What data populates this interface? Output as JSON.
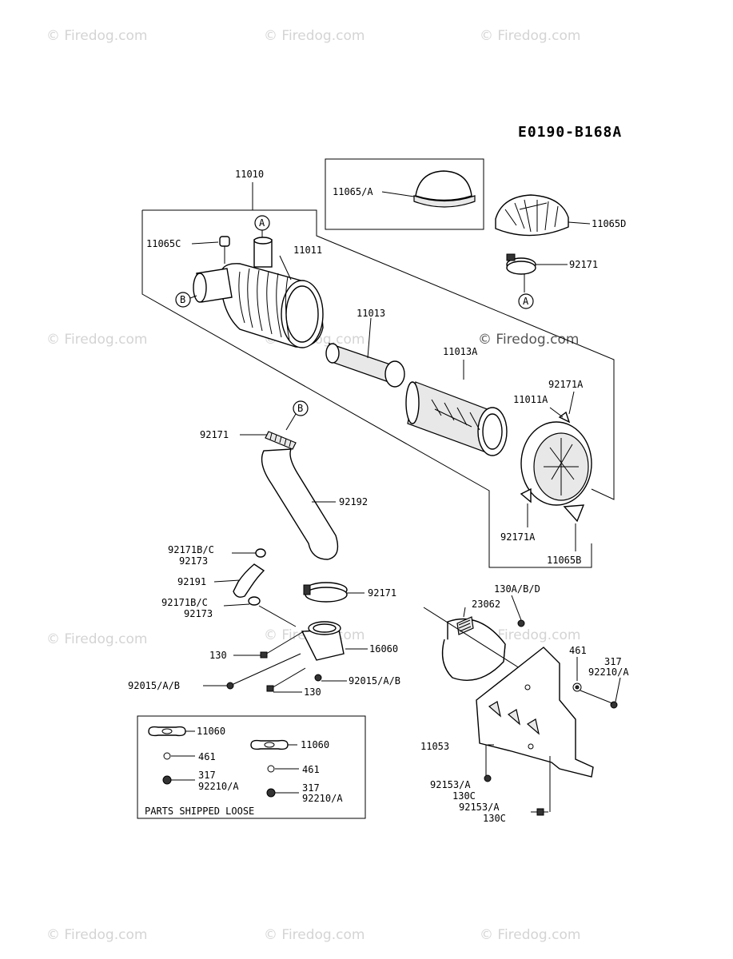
{
  "diagram_id": "E0190-B168A",
  "watermark": "© Firedog.com",
  "callouts": {
    "a": "A",
    "b": "B"
  },
  "labels": {
    "p11010": "11010",
    "p11065a": "11065/A",
    "p11065d": "11065D",
    "p11065c": "11065C",
    "p11011": "11011",
    "p92171_top": "92171",
    "p11013": "11013",
    "p11013a": "11013A",
    "p92171a_top": "92171A",
    "p11011a": "11011A",
    "p92171a_bot": "92171A",
    "p11065b": "11065B",
    "p92171_mid": "92171",
    "p92192": "92192",
    "p92171bc_1": "92171B/C",
    "p92173_1": "92173",
    "p92191": "92191",
    "p92171_hose": "92171",
    "p92171bc_2": "92171B/C",
    "p92173_2": "92173",
    "p16060": "16060",
    "p130_a": "130",
    "p130_b": "130",
    "p92015_l": "92015/A/B",
    "p92015_r": "92015/A/B",
    "p23062": "23062",
    "p130abd": "130A/B/D",
    "p461_r": "461",
    "p317_r": "317",
    "p92210_r": "92210/A",
    "p11053": "11053",
    "p92153_1": "92153/A",
    "p130c_1": "130C",
    "p92153_2": "92153/A",
    "p130c_2": "130C",
    "loose_11060_a": "11060",
    "loose_461_a": "461",
    "loose_317_a": "317",
    "loose_92210_a": "92210/A",
    "loose_11060_b": "11060",
    "loose_461_b": "461",
    "loose_317_b": "317",
    "loose_92210_b": "92210/A",
    "loose_title": "PARTS SHIPPED LOOSE"
  }
}
